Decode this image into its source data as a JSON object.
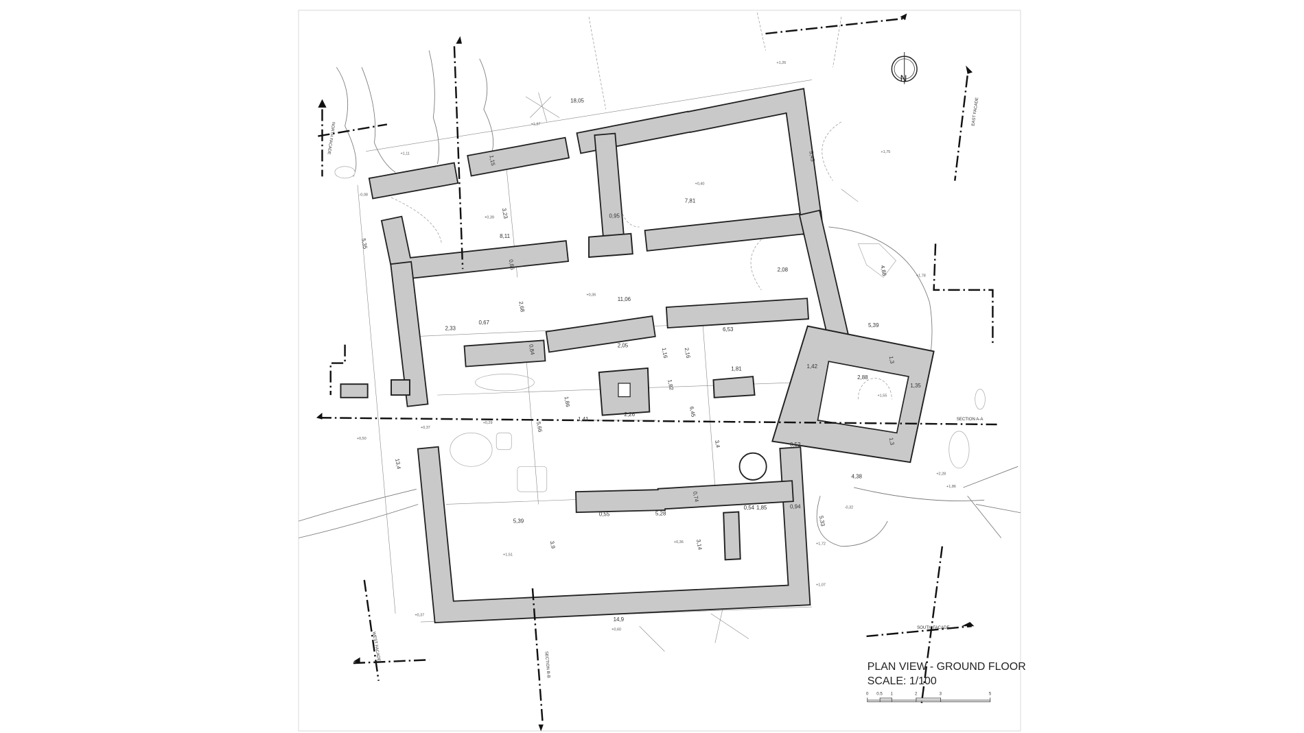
{
  "title": "PLAN VIEW - GROUND FLOOR",
  "scale": "SCALE: 1/100",
  "scale_bar_ticks": [
    "0",
    "0.5",
    "1",
    "2",
    "3",
    "5"
  ],
  "north_label": "N",
  "section_labels": {
    "north": "NORTH FACADE",
    "east": "EAST FACADE",
    "south": "SOUTH FACADE",
    "west": "WEST FACADE",
    "section_a": "SECTION A-A",
    "section_b": "SECTION B-B"
  },
  "dimensions": [
    "18,05",
    "1,15",
    "3,23",
    "8,11",
    "0,95",
    "7,81",
    "5,45",
    "5,35",
    "0,86",
    "2,68",
    "11,06",
    "2,08",
    "4,88",
    "2,33",
    "0,67",
    "0,84",
    "2,05",
    "1,16",
    "2,16",
    "6,53",
    "5,39",
    "1,42",
    "2,88",
    "1,3",
    "1,35",
    "1,81",
    "1,86",
    "1,41",
    "2,26",
    "1,82",
    "6,45",
    "5,66",
    "3,4",
    "1,3",
    "0,52",
    "4,38",
    "13,4",
    "0,74",
    "0,54",
    "1,85",
    "0,94",
    "0,55",
    "5,28",
    "5,39",
    "3,9",
    "3,14",
    "5,33",
    "14,9"
  ],
  "elevations": [
    "+1,26",
    "+1,37",
    "+1,11",
    "-0,08",
    "+0,39",
    "+0,40",
    "+1,75",
    "+1,78",
    "+0,36",
    "+0,29",
    "+0,37",
    "+0,50",
    "+0,36",
    "+1,51",
    "+1,55",
    "+2,28",
    "+1,86",
    "-0,32",
    "+1,72",
    "+1,07",
    "+0,37",
    "+0,60"
  ]
}
